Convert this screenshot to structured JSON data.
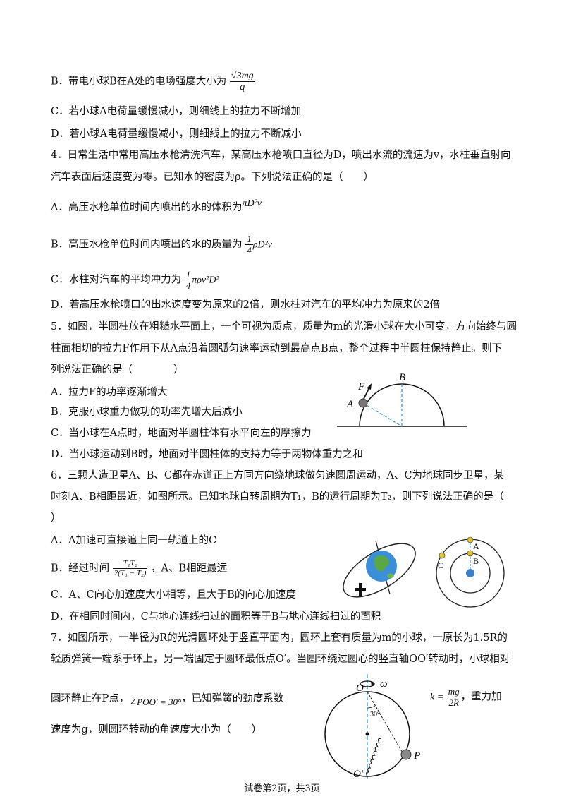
{
  "q3": {
    "optB_prefix": "B．带电小球B在A处的电场强度大小为",
    "optB_num": "√3mg",
    "optB_den": "q",
    "optC": "C．若小球A电荷量缓慢减小，则细线上的拉力不断增加",
    "optD": "D．若小球A电荷量缓慢减小，则细线上的拉力不断减小"
  },
  "q4": {
    "stem1": "4．日常生活中常用高压水枪清洗汽车，某高压水枪喷口直径为D，喷出水流的流速为v，水柱垂直射向",
    "stem2": "汽车表面后速度变为零。已知水的密度为ρ。下列说法正确的是（　　）",
    "optA_prefix": "A．高压水枪单位时间内喷出的水的体积为",
    "optA_formula": "πD²v",
    "optB_prefix": "B．高压水枪单位时间内喷出的水的质量为",
    "optB_coef_num": "1",
    "optB_coef_den": "4",
    "optB_formula": "ρD²v",
    "optC_prefix": "C．水柱对汽车的平均冲力为",
    "optC_coef_num": "1",
    "optC_coef_den": "4",
    "optC_formula": "πρv²D²",
    "optD": "D．若高压水枪喷口的出水速度变为原来的2倍，则水柱对汽车的平均冲力为原来的2倍"
  },
  "q5": {
    "stem1": "5．如图，半圆柱放在粗糙水平面上，一个可视为质点，质量为m的光滑小球在大小可变，方向始终与圆",
    "stem2": "柱面相切的拉力F作用下从A点沿着圆弧匀速率运动到最高点B点，整个过程中半圆柱保持静止。则下",
    "stem3": "列说法正确的是（　　　　）",
    "optA": "A．拉力F的功率逐渐增大",
    "optB": "B．克服小球重力做功的功率先增大后减小",
    "optC": "C．当小球在A点时，地面对半圆柱体有水平向左的摩擦力",
    "optD": "D．当小球运动到B时，地面对半圆柱体的支持力等于两物体重力之和",
    "fig_labels": {
      "F": "F",
      "A": "A",
      "B": "B"
    }
  },
  "q6": {
    "stem1": "6．三颗人造卫星A、B、C都在赤道正上方同方向绕地球做匀速圆周运动，A、C为地球同步卫星，某",
    "stem2": "时刻A、B相距最近，如图所示。已知地球自转周期为T₁，B的运行周期为T₂，则下列说法正确的是（",
    "stem3": "）",
    "optA": "A．A加速可直接追上同一轨道上的C",
    "optB_prefix": "B．经过时间",
    "optB_num": "T₁T₂",
    "optB_den": "2(T₁ − T₂)",
    "optB_suffix": "，A、B相距最远",
    "optC": "C．A、C向心加速度大小相等，且大于B的向心加速度",
    "optD": "D．在相同时间内，C与地心连线扫过的面积等于B与地心连线扫过的面积",
    "fig_labels": {
      "A": "A",
      "B": "B",
      "C": "C"
    }
  },
  "q7": {
    "stem1": "7．如图所示，一半径为R的光滑圆环处于竖直平面内，圆环上套有质量为m的小球，一原长为1.5R的",
    "stem2": "轻质弹簧一端系于环上，另一端固定于圆环最低点O′。当圆环绕过圆心的竖直轴OO′转动时，小球相对",
    "stem3_prefix": "圆环静止在P点，",
    "angle_formula": "∠POO′ = 30°",
    "stem3_mid": "，已知弹簧的劲度系数",
    "k_prefix": "k =",
    "k_num": "mg",
    "k_den": "2R",
    "k_suffix": "，重力加",
    "stem4": "速度为g，则圆环转动的角速度大小为（　　）",
    "fig_labels": {
      "O": "O",
      "Oprime": "O′",
      "P": "P",
      "omega": "ω",
      "angle": "30°"
    }
  },
  "footer": "试卷第2页，共3页"
}
